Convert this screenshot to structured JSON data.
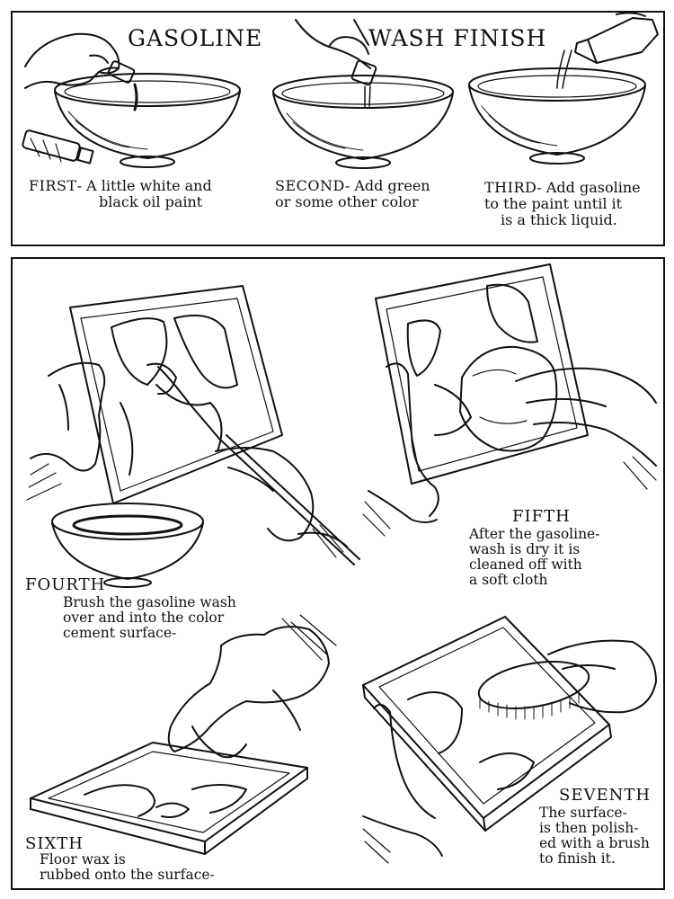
{
  "header": {
    "title_left": "GASOLINE",
    "title_right": "WASH FINISH"
  },
  "steps_top": [
    {
      "label": "FIRST",
      "sep": "-",
      "line1": "A little white and",
      "line2": "black oil paint",
      "line3": ""
    },
    {
      "label": "SECOND",
      "sep": "-",
      "line1": "Add green",
      "line2": "or some other color",
      "line3": ""
    },
    {
      "label": "THIRD",
      "sep": "-",
      "line1": "Add gasoline",
      "line2": "to the paint until it",
      "line3": "is a thick liquid."
    }
  ],
  "steps_bottom": {
    "fourth": {
      "label": "FOURTH",
      "lines": [
        "Brush the gasoline wash",
        "over and into the color",
        "cement surface-"
      ]
    },
    "fifth": {
      "label": "FIFTH",
      "lines": [
        "After the gasoline-",
        "wash is dry it is",
        "cleaned off with",
        "a soft cloth"
      ]
    },
    "sixth": {
      "label": "SIXTH",
      "lines": [
        "Floor wax is",
        "rubbed onto the surface-"
      ]
    },
    "seventh": {
      "label": "SEVENTH",
      "lines": [
        "The surface-",
        "is then polish-",
        "ed with a brush",
        "to finish it."
      ]
    }
  }
}
